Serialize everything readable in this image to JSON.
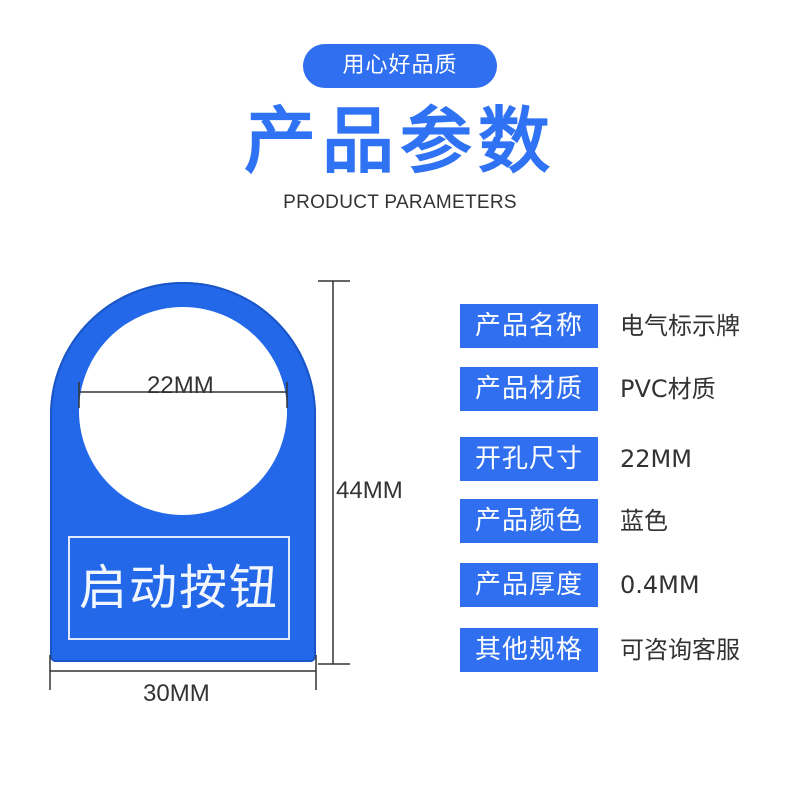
{
  "header": {
    "pill": "用心好品质",
    "title": "产品参数",
    "subtitle": "PRODUCT PARAMETERS"
  },
  "tag": {
    "label": "启动按钮"
  },
  "dimensions": {
    "hole": "22MM",
    "height": "44MM",
    "width": "30MM"
  },
  "params": [
    {
      "label": "产品名称",
      "value": "电气标示牌"
    },
    {
      "label": "产品材质",
      "value": "PVC材质"
    },
    {
      "label": "开孔尺寸",
      "value": "22MM"
    },
    {
      "label": "产品颜色",
      "value": "蓝色"
    },
    {
      "label": "产品厚度",
      "value": "0.4MM"
    },
    {
      "label": "其他规格",
      "value": "可咨询客服"
    }
  ],
  "colors": {
    "accent": "#2f6ff0",
    "tag_blue": "#2368e8"
  }
}
